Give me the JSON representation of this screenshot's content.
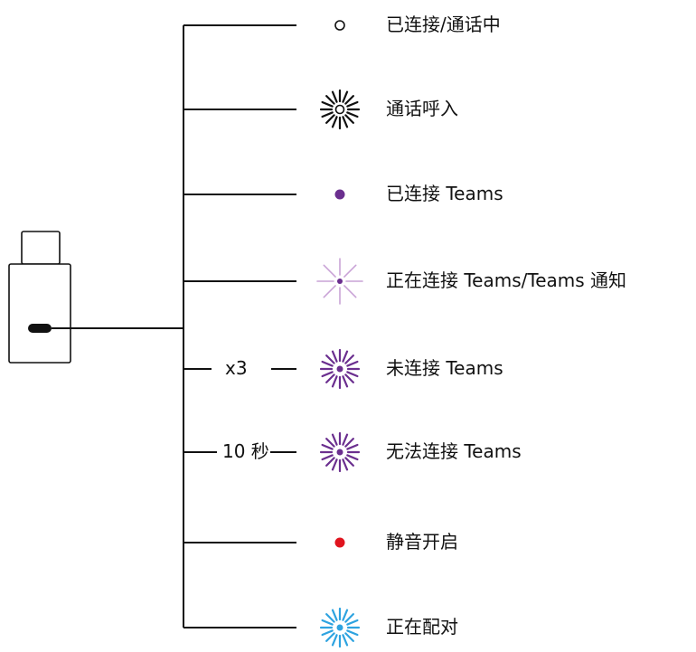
{
  "diagram": {
    "colors": {
      "line": "#111111",
      "teams_purple": "#6b2f8f",
      "teams_light": "#c9a3d6",
      "mute_red": "#e0141e",
      "pairing_blue": "#2ea3e0",
      "neutral": "#111111"
    },
    "states": [
      {
        "label": "已连接/通话中",
        "annotation": "",
        "icon": "ring-icon",
        "color": "#111111"
      },
      {
        "label": "通话呼入",
        "annotation": "",
        "icon": "burst-ring-icon",
        "color": "#111111"
      },
      {
        "label": "已连接 Teams",
        "annotation": "",
        "icon": "dot-icon",
        "color": "#6b2f8f"
      },
      {
        "label": "正在连接 Teams/Teams 通知",
        "annotation": "",
        "icon": "star-burst-icon",
        "color": "#c9a3d6"
      },
      {
        "label": "未连接 Teams",
        "annotation": "x3",
        "icon": "burst-dot-icon",
        "color": "#6b2f8f"
      },
      {
        "label": "无法连接 Teams",
        "annotation": "10 秒",
        "icon": "burst-dot-icon",
        "color": "#6b2f8f"
      },
      {
        "label": "静音开启",
        "annotation": "",
        "icon": "dot-icon",
        "color": "#e0141e"
      },
      {
        "label": "正在配对",
        "annotation": "",
        "icon": "burst-dot-icon",
        "color": "#2ea3e0"
      }
    ]
  }
}
